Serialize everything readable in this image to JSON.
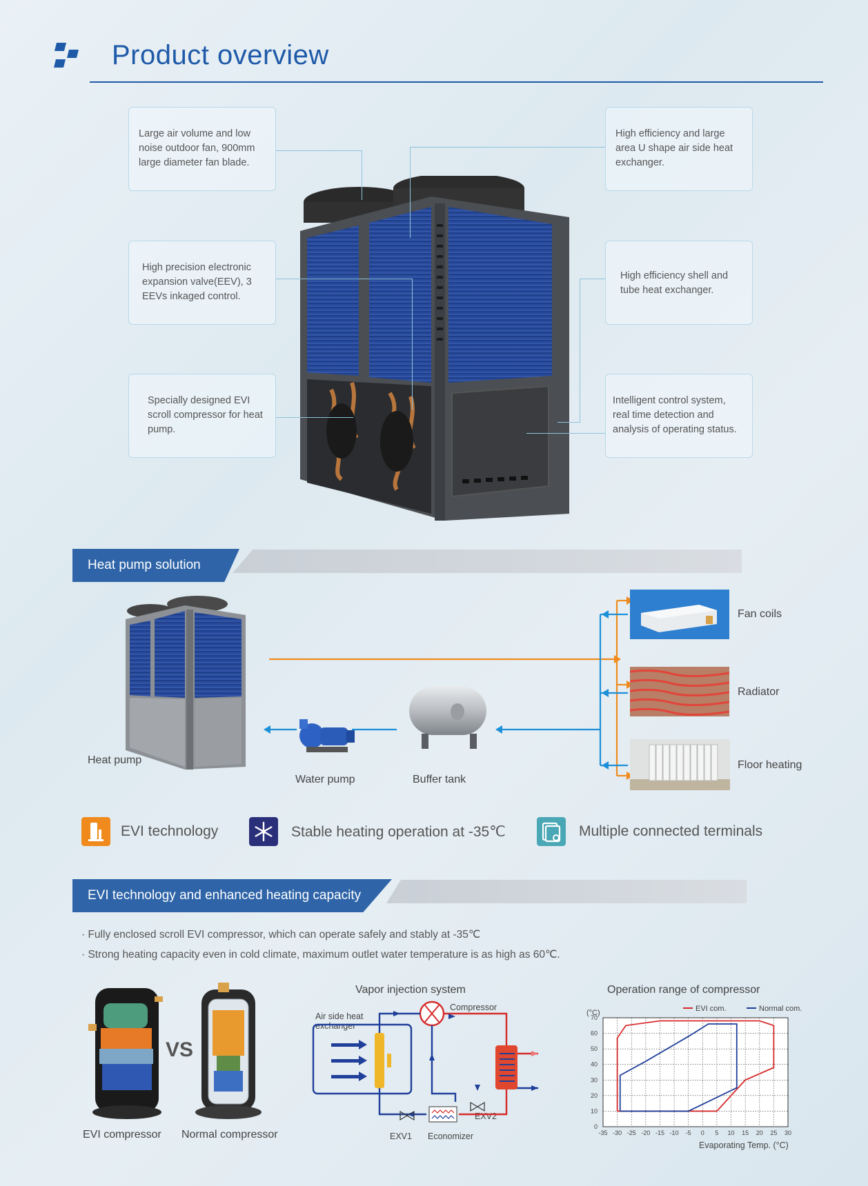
{
  "header": {
    "title": "Product overview"
  },
  "callouts": [
    {
      "text": "Large air volume and low noise outdoor fan, 900mm large diameter fan blade."
    },
    {
      "text": "High efficiency and large area U shape air side heat exchanger."
    },
    {
      "text": "High precision electronic expansion valve(EEV),  3 EEVs inkaged control."
    },
    {
      "text": "High efficiency shell and tube heat exchanger."
    },
    {
      "text": "Specially designed EVI scroll compressor for heat pump."
    },
    {
      "text": "Intelligent control system, real time detection and analysis of operating status."
    }
  ],
  "solution": {
    "section_title": "Heat pump solution",
    "heat_pump": "Heat pump",
    "water_pump": "Water pump",
    "buffer_tank": "Buffer tank",
    "terminals": [
      "Fan coils",
      "Radiator",
      "Floor heating"
    ]
  },
  "features": [
    {
      "icon": "evi-icon",
      "label": "EVI technology",
      "color": "#f08a1c"
    },
    {
      "icon": "snowflake-icon",
      "label": "Stable heating operation at -35℃",
      "color": "#2a2f7a"
    },
    {
      "icon": "terminals-icon",
      "label": "Multiple connected terminals",
      "color": "#4aa7b5"
    }
  ],
  "evi": {
    "section_title": "EVI technology and enhanced heating capacity",
    "bullets": [
      "· Fully enclosed scroll EVI compressor, which can operate safely and stably at -35℃",
      "· Strong heating capacity even in cold climate, maximum outlet water temperature is as high as 60℃."
    ],
    "evi_compressor": "EVI compressor",
    "vs": "VS",
    "normal_compressor": "Normal compressor"
  },
  "vapor": {
    "title": "Vapor injection system",
    "air_side": "Air side heat exchanger",
    "compressor": "Compressor",
    "exv1": "EXV1",
    "exv2": "EXV2",
    "economizer": "Economizer"
  },
  "chart_data": {
    "type": "area",
    "title": "Operation range of compressor",
    "xlabel": "Evaporating Temp. (°C)",
    "ylabel": "(°C)",
    "xlim": [
      -35,
      30
    ],
    "ylim": [
      0,
      70
    ],
    "x_ticks": [
      -35,
      -30,
      -25,
      -20,
      -15,
      -10,
      -5,
      0,
      5,
      10,
      15,
      20,
      25,
      30
    ],
    "y_ticks": [
      0,
      10,
      20,
      30,
      40,
      50,
      60,
      70
    ],
    "grid": true,
    "legend": "top-right",
    "series": [
      {
        "name": "EVI com.",
        "color": "#d62a2a",
        "points": [
          [
            -30,
            10
          ],
          [
            -30,
            57
          ],
          [
            -27,
            65
          ],
          [
            -15,
            68
          ],
          [
            20,
            68
          ],
          [
            25,
            65
          ],
          [
            25,
            38
          ],
          [
            15,
            30
          ],
          [
            5,
            10
          ],
          [
            -30,
            10
          ]
        ]
      },
      {
        "name": "Normal com.",
        "color": "#1f3f9a",
        "points": [
          [
            -29,
            10
          ],
          [
            -29,
            33
          ],
          [
            -20,
            42
          ],
          [
            -5,
            58
          ],
          [
            2,
            66
          ],
          [
            12,
            66
          ],
          [
            12,
            25
          ],
          [
            -5,
            10
          ],
          [
            -29,
            10
          ]
        ]
      }
    ]
  }
}
